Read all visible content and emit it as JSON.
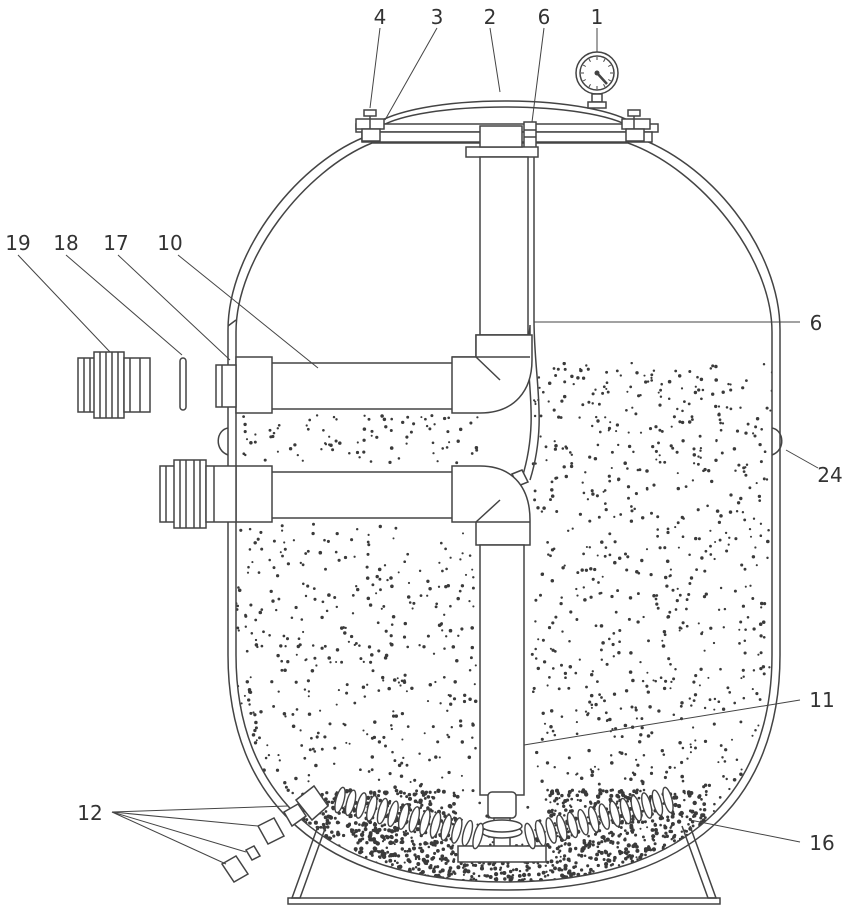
{
  "callouts": {
    "c1": "1",
    "c2": "2",
    "c3": "3",
    "c4": "4",
    "c6_top": "6",
    "c6_right": "6",
    "c10": "10",
    "c11": "11",
    "c12": "12",
    "c16": "16",
    "c17": "17",
    "c18": "18",
    "c19": "19",
    "c24": "24"
  },
  "colors": {
    "line": "#444444",
    "media": "#3a3a3a",
    "background": "#ffffff"
  },
  "icons": {
    "pressure_gauge": "gauge-icon"
  }
}
